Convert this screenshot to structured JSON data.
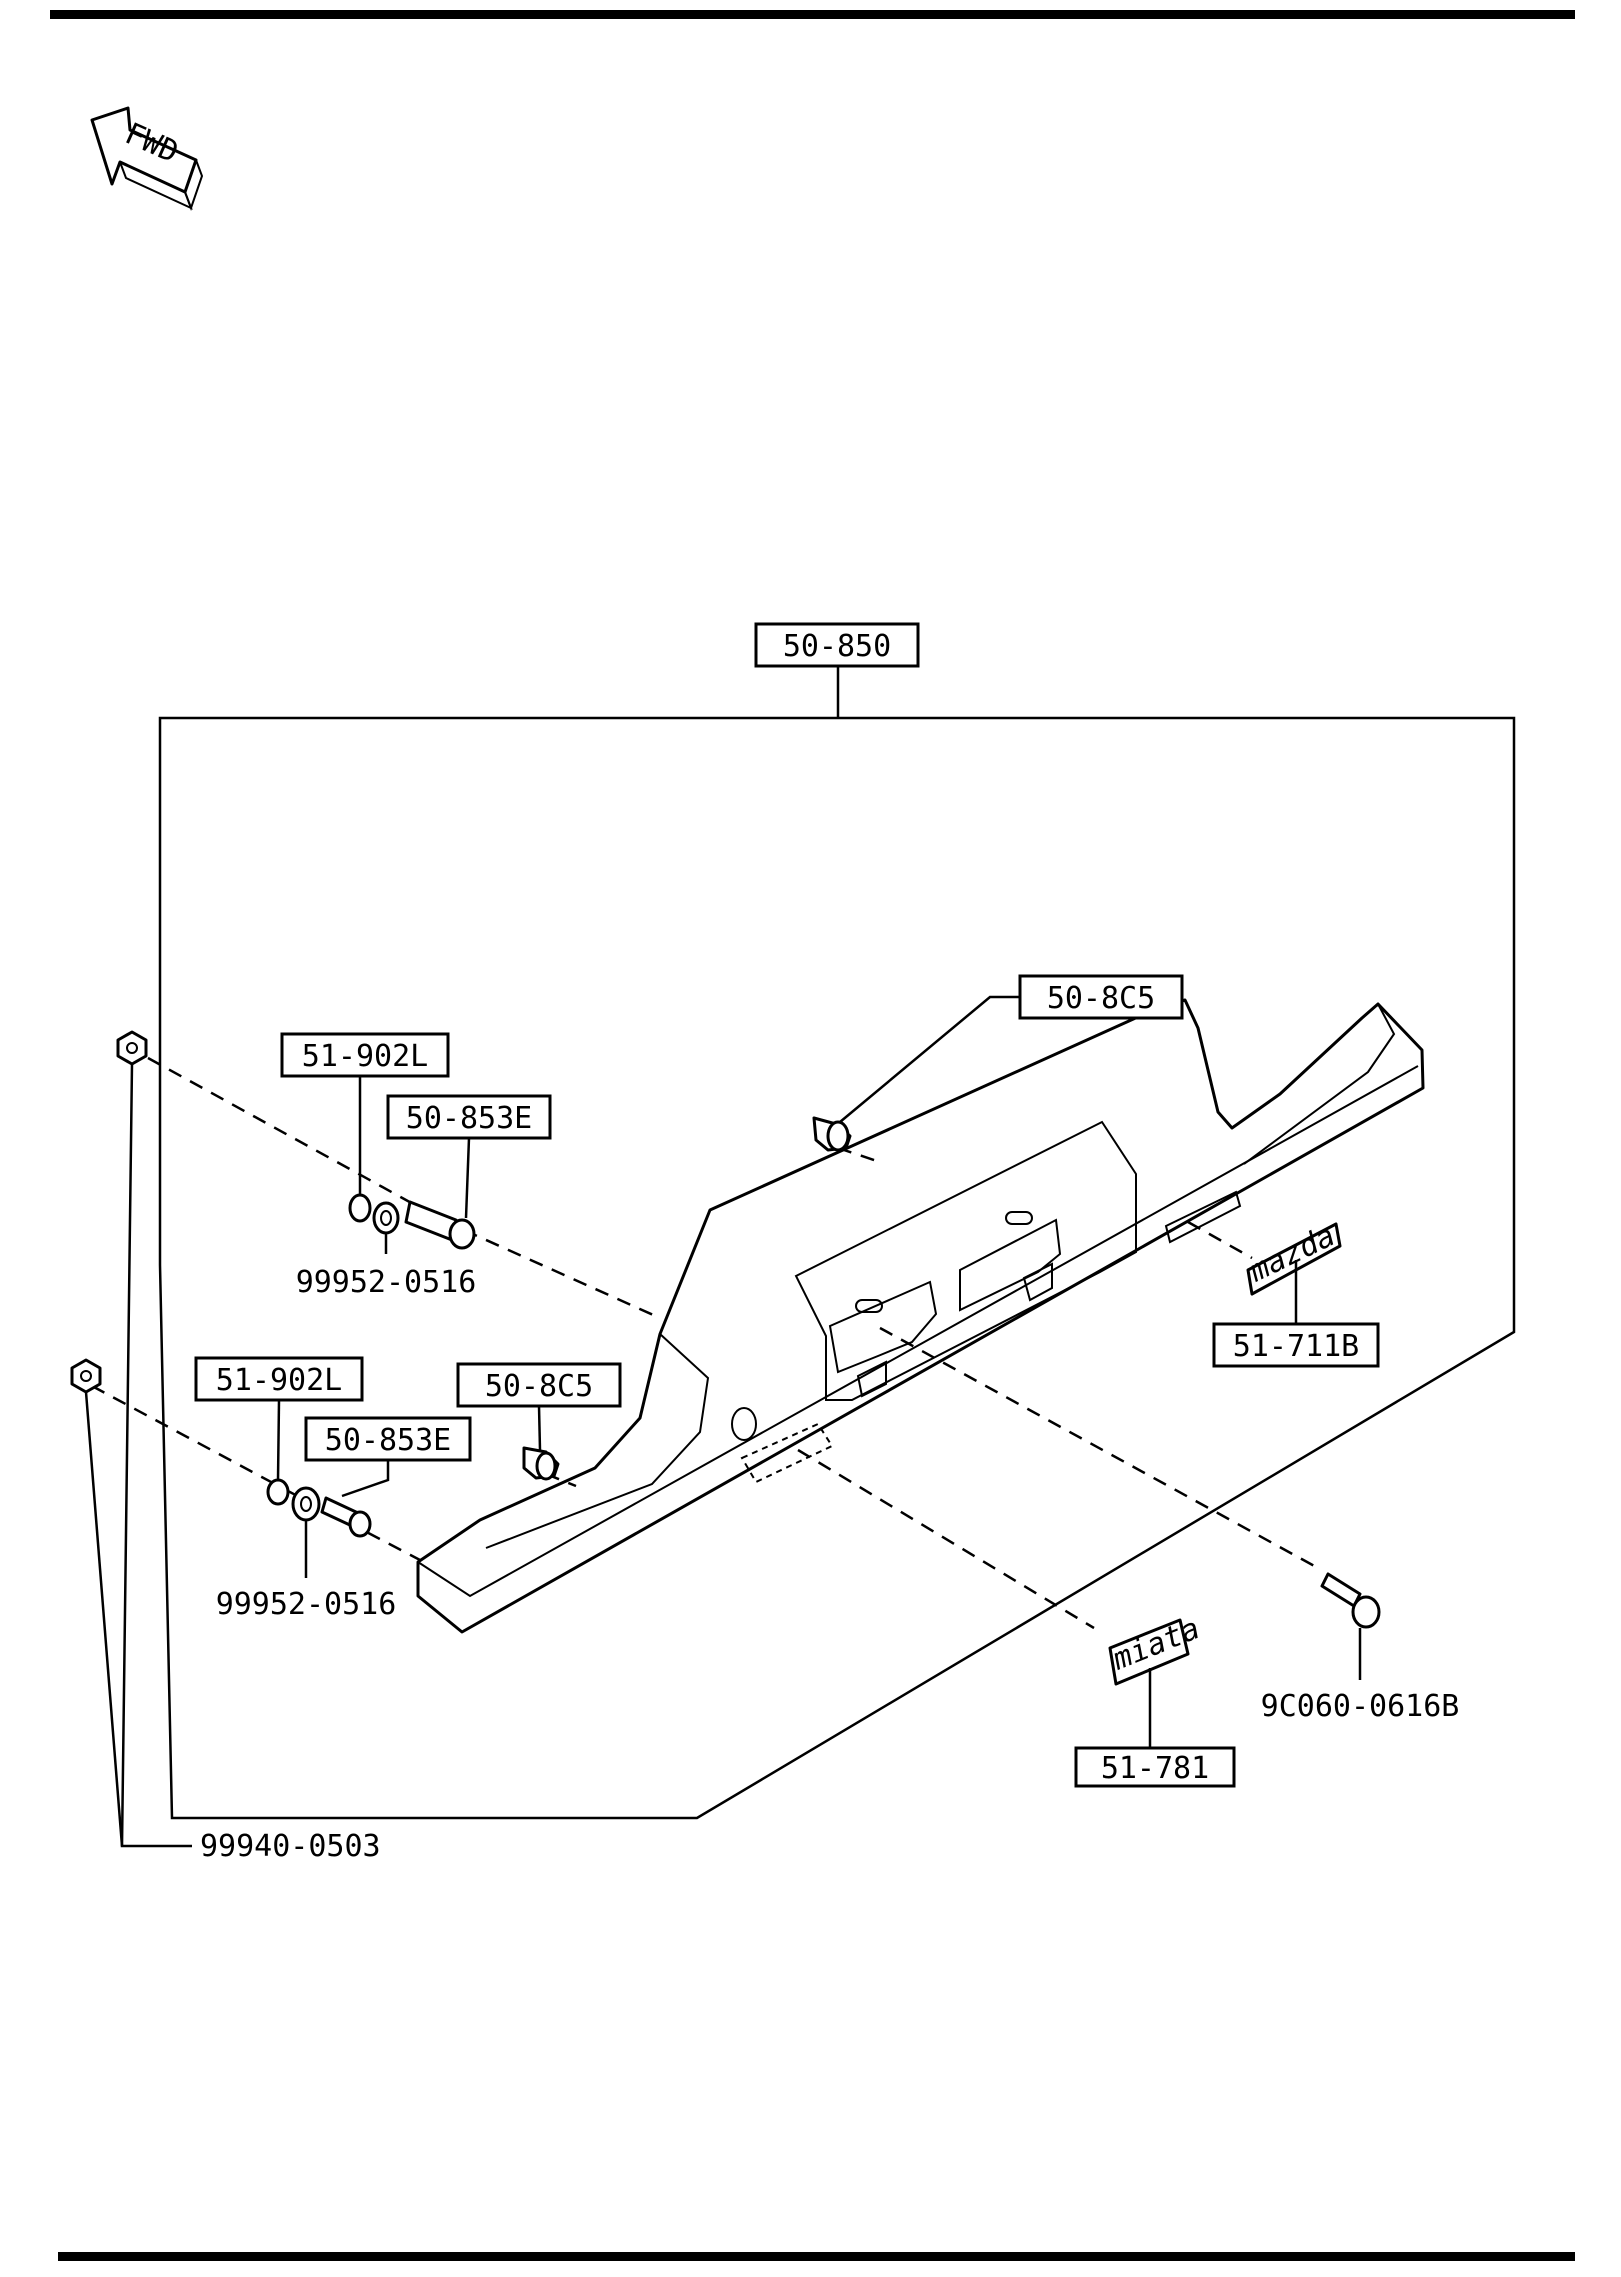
{
  "fwd_indicator": {
    "text": "FWD"
  },
  "callouts": {
    "assembly": "50-850",
    "clip_upper": "50-8C5",
    "clip_lower": "50-8C5",
    "washer_upper": "51-902L",
    "washer_lower": "51-902L",
    "bolt_upper": "50-853E",
    "bolt_lower": "50-853E",
    "nut_code_upper": "99952-0516",
    "nut_code_lower": "99952-0516",
    "emblem_right": "51-711B",
    "emblem_center": "51-781",
    "screw": "9C060-0616B",
    "nut_common": "99940-0503"
  },
  "emblem_scripts": {
    "right": "mazda",
    "center": "miata"
  }
}
